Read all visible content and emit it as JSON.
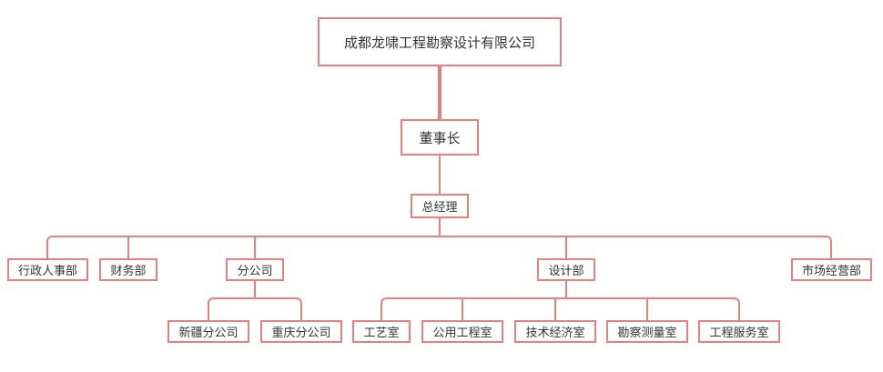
{
  "diagram": {
    "type": "org-chart",
    "root": {
      "label": "成都龙啸工程勘察设计有限公司",
      "child": {
        "label": "董事长",
        "child": {
          "label": "总经理",
          "departments": [
            {
              "label": "行政人事部",
              "children": []
            },
            {
              "label": "财务部",
              "children": []
            },
            {
              "label": "分公司",
              "children": [
                "新疆分公司",
                "重庆分公司"
              ]
            },
            {
              "label": "设计部",
              "children": [
                "工艺室",
                "公用工程室",
                "技术经济室",
                "勘察测量室",
                "工程服务室"
              ]
            },
            {
              "label": "市场经营部",
              "children": []
            }
          ]
        }
      }
    }
  },
  "colors": {
    "node_border": "#e98080",
    "connector": "#e98080",
    "text": "#333333",
    "background": "#ffffff"
  }
}
